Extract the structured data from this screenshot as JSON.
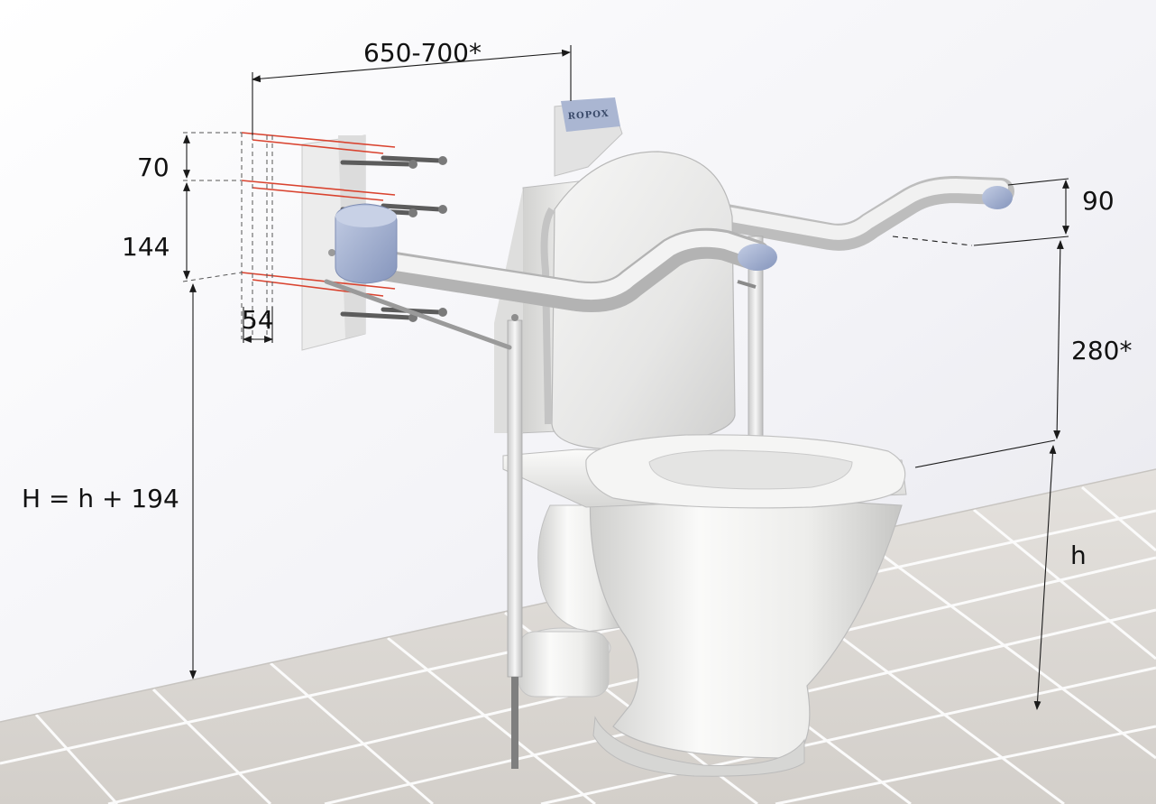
{
  "labels": {
    "width": "650-700*",
    "spacing_top": "70",
    "spacing_mid": "144",
    "plate_depth": "54",
    "arm_height": "90",
    "arm_above_seat": "280*",
    "seat_height": "h",
    "mount_height": "H = h + 194"
  },
  "brand": {
    "logo": "ROPOX"
  },
  "colors": {
    "wall": "#f2f2f6",
    "floor_tile": "#dedad6",
    "grout": "#fbfbfb",
    "porcelain": "#f0f0ef",
    "accent_blue": "#a9b6d3",
    "guide_red": "#d9432f",
    "dim_line": "#1a1a1a"
  }
}
